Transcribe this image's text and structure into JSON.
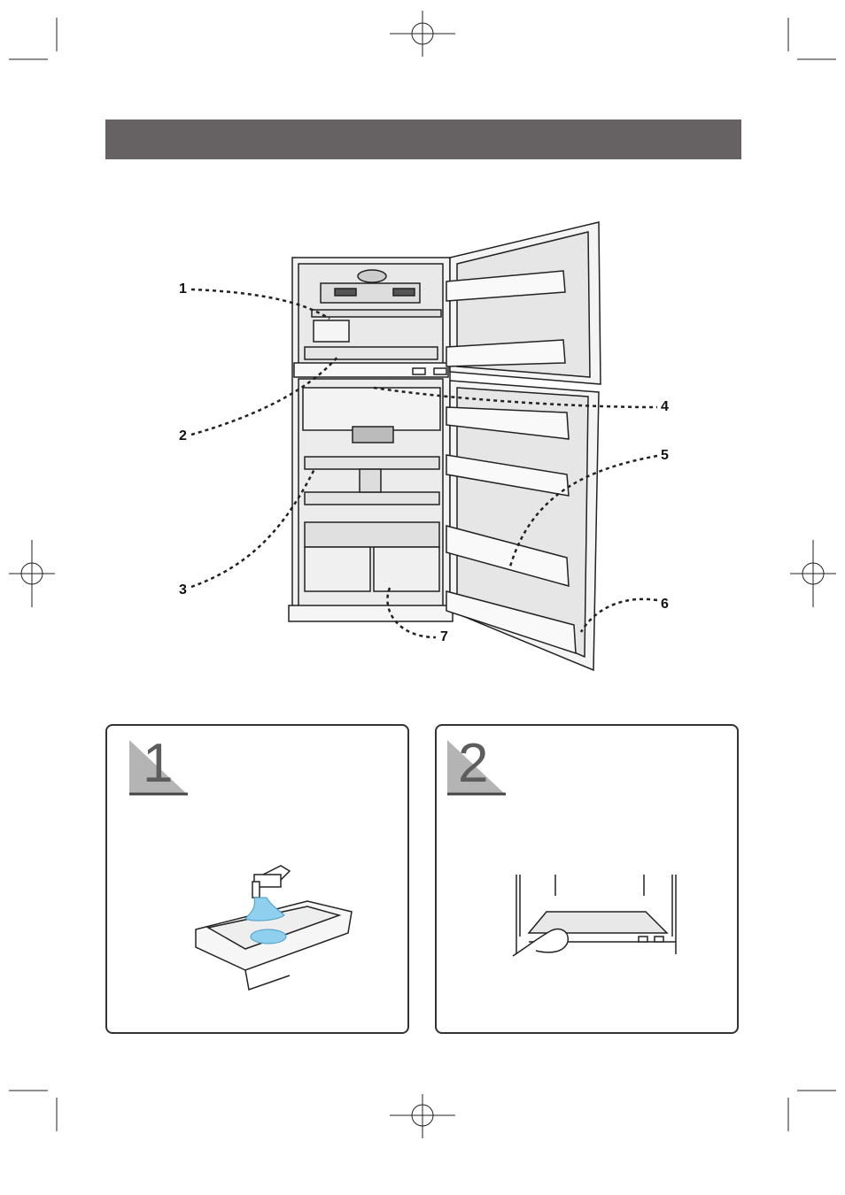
{
  "callouts": [
    "1",
    "2",
    "3",
    "4",
    "5",
    "6",
    "7"
  ],
  "steps": [
    {
      "number": "1"
    },
    {
      "number": "2"
    }
  ],
  "colors": {
    "header_bar": "#666162",
    "water": "#8fd0ee",
    "step_triangle": "#b4b4b4",
    "outline": "#222222"
  }
}
